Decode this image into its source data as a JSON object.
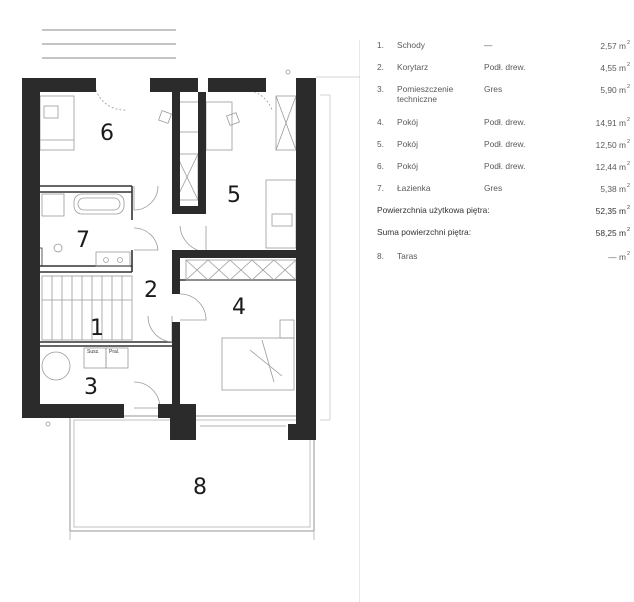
{
  "rooms": [
    {
      "num": "1.",
      "name": "Schody",
      "floor": "—",
      "area": "2,57 m",
      "sup": "2"
    },
    {
      "num": "2.",
      "name": "Korytarz",
      "floor": "Podł. drew.",
      "area": "4,55 m",
      "sup": "2"
    },
    {
      "num": "3.",
      "name": "Pomieszczenie techniczne",
      "floor": "Gres",
      "area": "5,90 m",
      "sup": "2"
    },
    {
      "num": "4.",
      "name": "Pokój",
      "floor": "Podł. drew.",
      "area": "14,91 m",
      "sup": "2"
    },
    {
      "num": "5.",
      "name": "Pokój",
      "floor": "Podł. drew.",
      "area": "12,50 m",
      "sup": "2"
    },
    {
      "num": "6.",
      "name": "Pokój",
      "floor": "Podł. drew.",
      "area": "12,44 m",
      "sup": "2"
    },
    {
      "num": "7.",
      "name": "Łazienka",
      "floor": "Gres",
      "area": "5,38 m",
      "sup": "2"
    }
  ],
  "summary": [
    {
      "label": "Powierzchnia użytkowa piętra:",
      "value": "52,35 m",
      "sup": "2"
    },
    {
      "label": "Suma powierzchni piętra:",
      "value": "58,25 m",
      "sup": "2"
    }
  ],
  "terrace": {
    "num": "8.",
    "name": "Taras",
    "floor": "",
    "area": "— m",
    "sup": "2"
  },
  "plan": {
    "labels": {
      "r1": "1",
      "r2": "2",
      "r3": "3",
      "r4": "4",
      "r5": "5",
      "r6": "6",
      "r7": "7",
      "r8": "8"
    },
    "appliance_1": "Susz.",
    "appliance_2": "Pral."
  },
  "colors": {
    "wall": "#2b2b2b",
    "line": "#9a9a9a",
    "text": "#5a5a5a"
  }
}
